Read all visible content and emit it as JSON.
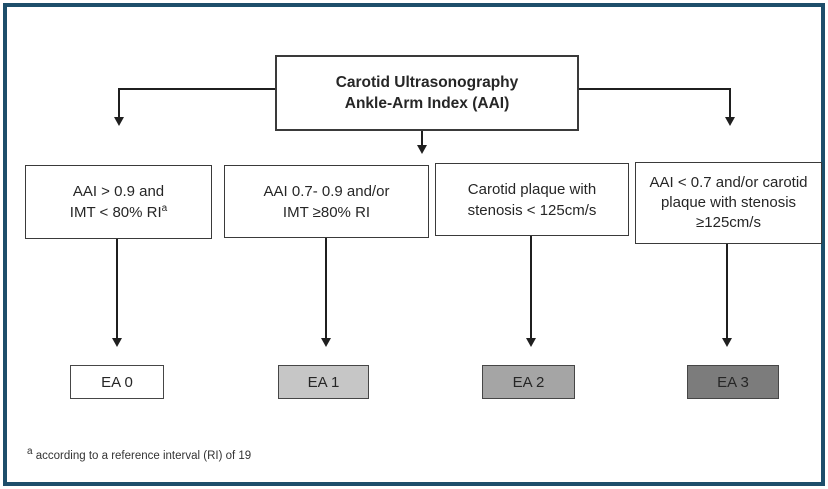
{
  "figure": {
    "frame_border_color": "#1d4e6b",
    "title": {
      "line1": "Carotid Ultrasonography",
      "line2": "Ankle-Arm Index (AAI)"
    },
    "conditions": [
      {
        "lines": [
          "AAI > 0.9 and",
          "IMT < 80% RI"
        ],
        "sup": "a"
      },
      {
        "lines": [
          "AAI 0.7- 0.9 and/or",
          "IMT ≥80% RI"
        ]
      },
      {
        "lines": [
          "Carotid plaque with",
          "stenosis < 125cm/s"
        ]
      },
      {
        "lines": [
          "AAI < 0.7 and/or carotid",
          "plaque with stenosis",
          "≥125cm/s"
        ]
      }
    ],
    "outcomes": [
      {
        "label": "EA 0",
        "bg": "#ffffff"
      },
      {
        "label": "EA 1",
        "bg": "#c6c6c6"
      },
      {
        "label": "EA 2",
        "bg": "#a5a5a5"
      },
      {
        "label": "EA 3",
        "bg": "#7c7c7c"
      }
    ],
    "footnote": {
      "sup": "a",
      "text": " according to a reference interval (RI) of 19"
    }
  }
}
